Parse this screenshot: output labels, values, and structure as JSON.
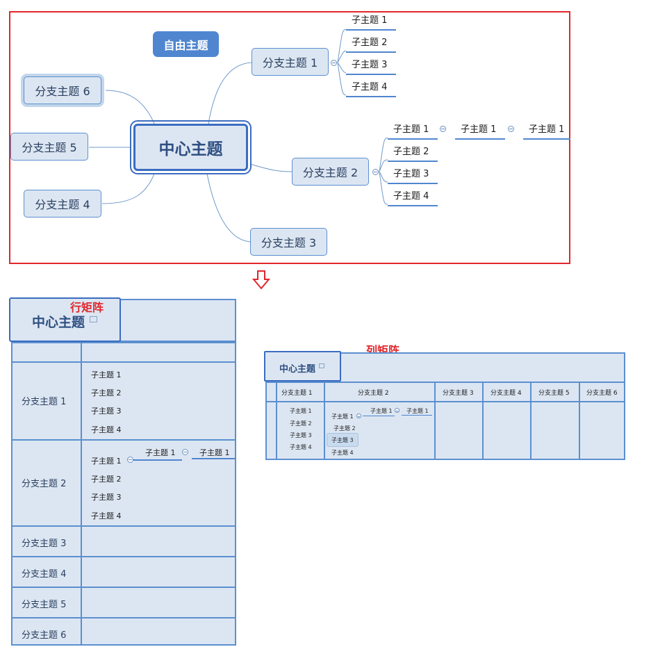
{
  "mindmap": {
    "central": "中心主题",
    "floating": "自由主题",
    "branches": [
      "分支主题 1",
      "分支主题 2",
      "分支主题 3",
      "分支主题 4",
      "分支主题 5",
      "分支主题 6"
    ],
    "b1_subs": [
      "子主题 1",
      "子主题 2",
      "子主题 3",
      "子主题 4"
    ],
    "b2_subs": [
      "子主题 1",
      "子主题 2",
      "子主题 3",
      "子主题 4"
    ],
    "b2_chain": [
      "子主题 1",
      "子主题 1"
    ]
  },
  "row_matrix": {
    "title": "行矩阵",
    "central": "中心主题",
    "rows": [
      "分支主题 1",
      "分支主题 2",
      "分支主题 3",
      "分支主题 4",
      "分支主题 5",
      "分支主题 6"
    ],
    "r1_subs": [
      "子主题 1",
      "子主题 2",
      "子主题 3",
      "子主题 4"
    ],
    "r2_subs": [
      "子主题 1",
      "子主题 2",
      "子主题 3",
      "子主题 4"
    ],
    "r2_chain": [
      "子主题 1",
      "子主题 1"
    ]
  },
  "col_matrix": {
    "title": "列矩阵",
    "central": "中心主题",
    "cols": [
      "分支主题 1",
      "分支主题 2",
      "分支主题 3",
      "分支主题 4",
      "分支主题 5",
      "分支主题 6"
    ],
    "c1_subs": [
      "子主题 1",
      "子主题 2",
      "子主题 3",
      "子主题 4"
    ],
    "c2_subs": [
      "子主题 1",
      "子主题 2",
      "子主题 3",
      "子主题 4"
    ],
    "c2_chain": [
      "子主题 1",
      "子主题 1"
    ]
  },
  "colors": {
    "frame": "#e0262b",
    "accent": "#4f86cf",
    "node_fill": "#dce6f2",
    "node_border": "#5b8fd0"
  }
}
